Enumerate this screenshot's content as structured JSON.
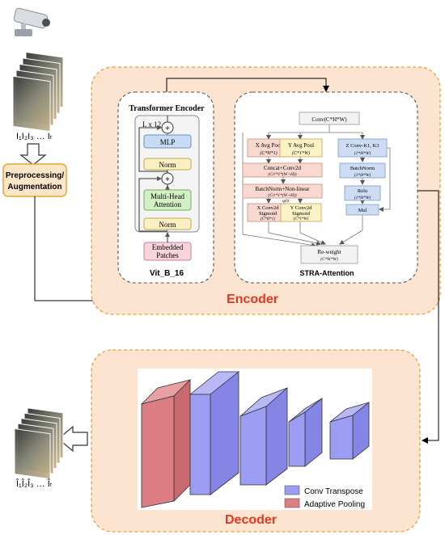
{
  "input": {
    "frames_label": "I₁I₂I₃ … Iₜ"
  },
  "preprocess": {
    "line1": "Preprocessing/",
    "line2": "Augmentation"
  },
  "vit": {
    "title": "Transformer Encoder",
    "repeat": "L x 12",
    "mlp": "MLP",
    "norm_top": "Norm",
    "mha_line1": "Multi-Head",
    "mha_line2": "Attention",
    "norm_bottom": "Norm",
    "embed_line1": "Embedded",
    "embed_line2": "Patches",
    "caption": "Vit_B_16"
  },
  "stra": {
    "conv_top": "Conv(C*H*W)",
    "xavg_line1": "X Avg Pool",
    "xavg_line2": "(C*H*1)",
    "yavg_line1": "Y Avg Pool",
    "yavg_line2": "(C*1*W)",
    "concat_line1": "Concat+Conv2d",
    "concat_line2": "(C/r*1*(W+H))",
    "bn_line1": "BatchNorm+Non-linear",
    "bn_line2": "(C/r*1*(W+H))",
    "split": "split",
    "xconv_line1": "X Conv2d",
    "xconv_line2": "Sigmoid",
    "xconv_line3": "(C*H*1)",
    "yconv_line1": "Y Conv2d",
    "yconv_line2": "Sigmoid",
    "yconv_line3": "(C*1*W)",
    "zconv_line1": "Z Conv-K1,  K3",
    "zconv_line2": "(1*H*W)",
    "zbn_line1": "BatchNorm",
    "zbn_line2": "(1*H*W)",
    "relu_line1": "Relu",
    "relu_line2": "(1*H*W)",
    "mul": "Mul",
    "reweight_line1": "Re-weight",
    "reweight_line2": "(C*H*W)",
    "caption": "STRA-Attention"
  },
  "encoder_label": "Encoder",
  "decoder_label": "Decoder",
  "legend": {
    "conv_transpose": "Conv Transpose",
    "adaptive_pooling": "Adaptive Pooling"
  },
  "output": {
    "frames_label": "Î₁Î₂Î₃ … Îₜ"
  },
  "colors": {
    "panel_fill": "#fce4d0",
    "panel_border": "#e8a23a",
    "title_red": "#e8361c",
    "mlp_blue": "#c6dbf5",
    "norm_yellow": "#fbf0c2",
    "mha_green": "#d2f0c4",
    "embed_pink": "#f8d4dc",
    "stra_pink": "#f9d8d0",
    "stra_yellow": "#fbf2c6",
    "stra_blue": "#cddcf3",
    "conv_transpose": "#9c9cf2",
    "adaptive_pooling": "#dd7e84"
  }
}
